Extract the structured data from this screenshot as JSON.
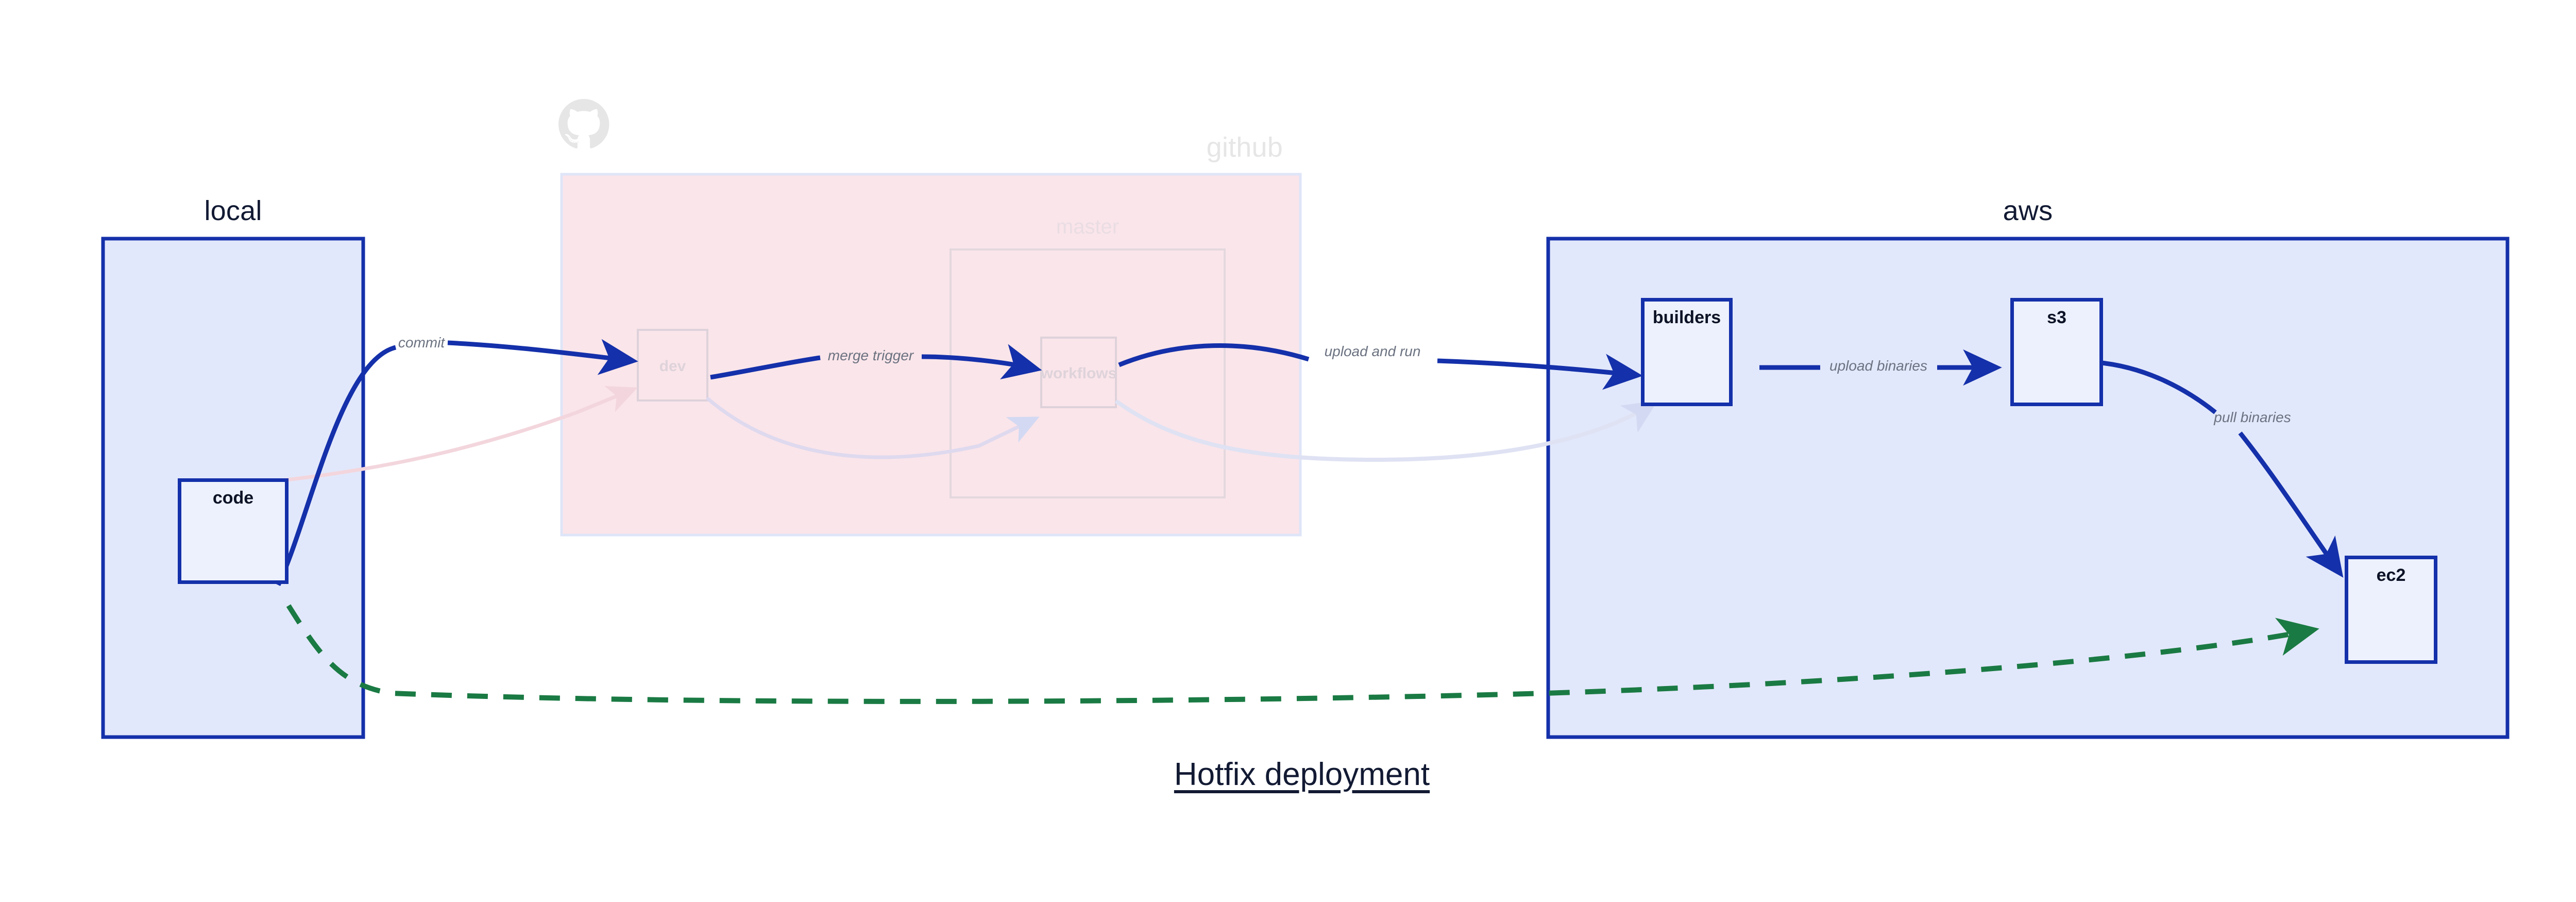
{
  "caption": "Hotfix deployment",
  "colors": {
    "node_border": "#1430aa",
    "node_fill": "#edf1fd",
    "zone_local_fill": "#e2e8fb",
    "zone_aws_fill": "#e2e8fb",
    "zone_github_fill": "#fae5ea",
    "arrow_active": "#1430aa",
    "arrow_dashed": "#1a7a43",
    "arrow_ghost_blue": "#d8ddf4",
    "arrow_ghost_pink": "#f6dfe4",
    "label_text": "#6b7280",
    "title_text": "#121a33",
    "ghost_text": "#e6e6e6",
    "builders_icon_bg": "#3b4bc8",
    "s3_icon_bg": "#3f8624",
    "ec2_icon_bg": "#df6c11",
    "gopher_body": "#5fd4e0"
  },
  "zones": [
    {
      "id": "local",
      "label": "local",
      "active": true
    },
    {
      "id": "github",
      "label": "github",
      "active": false
    },
    {
      "id": "aws",
      "label": "aws",
      "active": true
    }
  ],
  "nodes": [
    {
      "id": "code",
      "label": "code",
      "icon": "go-gopher-icon",
      "zone": "local",
      "active": true
    },
    {
      "id": "builders",
      "label": "builders",
      "icon": "crane-code-icon",
      "zone": "aws",
      "active": true
    },
    {
      "id": "s3",
      "label": "s3",
      "icon": "s3-bucket-icon",
      "zone": "aws",
      "active": true
    },
    {
      "id": "ec2",
      "label": "ec2",
      "icon": "cpu-chip-icon",
      "zone": "aws",
      "active": true
    }
  ],
  "ghost_nodes": [
    {
      "id": "dev",
      "label": "dev",
      "zone": "github"
    },
    {
      "id": "master",
      "label": "master",
      "zone": "github"
    },
    {
      "id": "workflows",
      "label": "workflows",
      "zone": "github"
    }
  ],
  "edges": [
    {
      "id": "commit",
      "label": "commit",
      "from": "code",
      "to": "dev",
      "style": "solid",
      "active": true
    },
    {
      "id": "merge-trigger",
      "label": "merge trigger",
      "from": "dev",
      "to": "workflows",
      "style": "solid",
      "active": true
    },
    {
      "id": "upload-and-run",
      "label": "upload and run",
      "from": "workflows",
      "to": "builders",
      "style": "solid",
      "active": true
    },
    {
      "id": "upload-binaries",
      "label": "upload binaries",
      "from": "builders",
      "to": "s3",
      "style": "solid",
      "active": true
    },
    {
      "id": "pull-binaries",
      "label": "pull binaries",
      "from": "s3",
      "to": "ec2",
      "style": "solid",
      "active": true
    },
    {
      "id": "hotfix-direct",
      "label": "",
      "from": "code",
      "to": "ec2",
      "style": "dashed",
      "active": true
    },
    {
      "id": "ghost-code-dev",
      "label": "",
      "from": "code",
      "to": "dev",
      "style": "solid",
      "active": false
    },
    {
      "id": "ghost-dev-wf",
      "label": "",
      "from": "dev",
      "to": "workflows",
      "style": "solid",
      "active": false
    },
    {
      "id": "ghost-wf-build",
      "label": "",
      "from": "workflows",
      "to": "builders",
      "style": "solid",
      "active": false
    }
  ],
  "icons": {
    "octocat": "github-octocat-icon"
  }
}
